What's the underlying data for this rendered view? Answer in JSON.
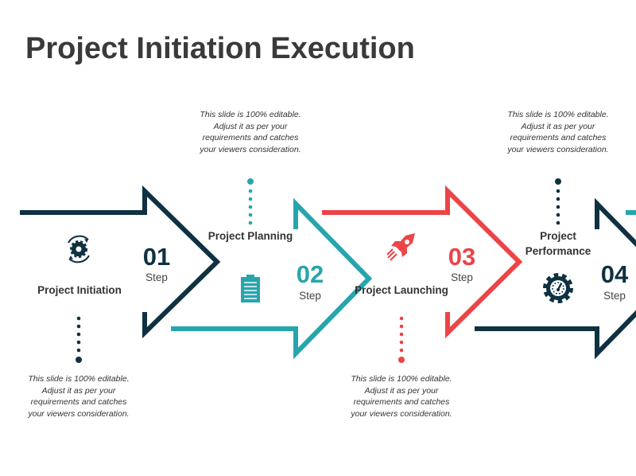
{
  "title": "Project Initiation Execution",
  "colors": {
    "dark": "#0f3142",
    "teal": "#26a5ae",
    "red": "#ec4447"
  },
  "steps": [
    {
      "number": "01",
      "step_label": "Step",
      "name": "Project Initiation",
      "icon": "gear-cycle-icon",
      "description": "This slide is 100% editable. Adjust it as per your requirements and catches your viewers consideration."
    },
    {
      "number": "02",
      "step_label": "Step",
      "name": "Project Planning",
      "icon": "clipboard-list-icon",
      "description": "This slide is 100% editable. Adjust it as per your requirements and catches your viewers consideration."
    },
    {
      "number": "03",
      "step_label": "Step",
      "name": "Project Launching",
      "icon": "rocket-icon",
      "description": "This slide is 100% editable. Adjust it as per your requirements and catches your viewers consideration."
    },
    {
      "number": "04",
      "step_label": "Step",
      "name": "Project Performance",
      "icon": "gauge-gear-icon",
      "description": "This slide is 100% editable. Adjust it as per your requirements and catches your viewers consideration."
    }
  ]
}
